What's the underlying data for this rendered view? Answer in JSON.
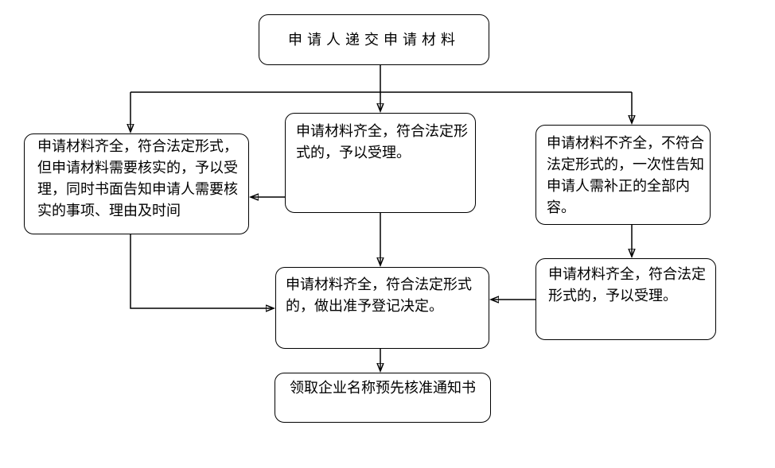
{
  "diagram": {
    "type": "flowchart",
    "colors": {
      "background": "#ffffff",
      "line": "#000000",
      "node_fill": "#ffffff",
      "node_border": "#000000",
      "text": "#000000"
    },
    "nodes": {
      "start": {
        "lines": [
          "申请人递交申请材料"
        ]
      },
      "left_verify": {
        "lines": [
          "申请材料齐全，符合法定形式，",
          "但申请材料需要核实的，予以受",
          "理，同时书面告知申请人需要核",
          "实的事项、理由及时间"
        ]
      },
      "middle_accept": {
        "lines": [
          "申请材料齐全，符合法定形",
          "式的，予以受理。"
        ]
      },
      "right_incomplete": {
        "lines": [
          "申请材料不齐全，不符合",
          "法定形式的，一次性告知",
          "申请人需补正的全部内",
          "容。"
        ]
      },
      "right_accept": {
        "lines": [
          "申请材料齐全，符合法定",
          "形式的，予以受理。"
        ]
      },
      "decision": {
        "lines": [
          "申请材料齐全，符合法定形式",
          "的，做出准予登记决定。"
        ]
      },
      "end": {
        "lines": [
          "领取企业名称预先核准通知书"
        ]
      }
    }
  }
}
